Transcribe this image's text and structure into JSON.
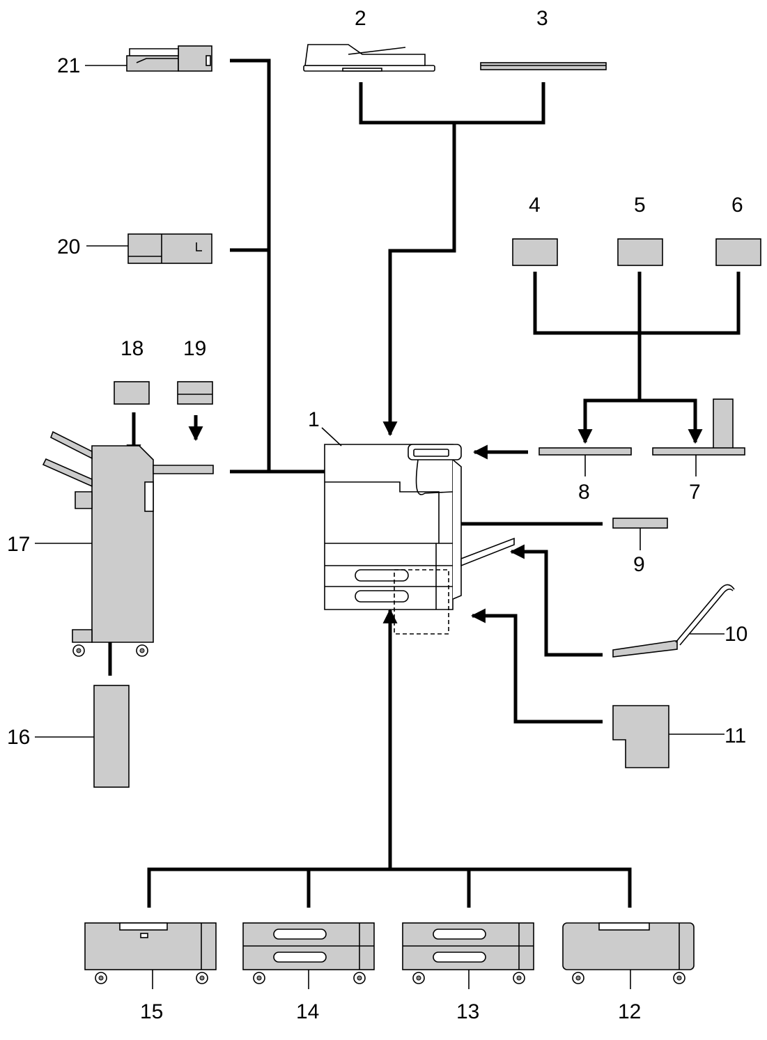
{
  "labels": {
    "main_unit": "1",
    "doc_feeder": "2",
    "original_cover": "3",
    "opt_4": "4",
    "opt_5": "5",
    "opt_6": "6",
    "table_7": "7",
    "tray_8": "8",
    "panel_9": "9",
    "bypass_10": "10",
    "box_11": "11",
    "cabinet_12": "12",
    "cabinet_13": "13",
    "cabinet_14": "14",
    "cabinet_15": "15",
    "unit_16": "16",
    "finisher_17": "17",
    "unit_18": "18",
    "unit_19": "19",
    "finisher_20": "20",
    "finisher_21": "21"
  }
}
